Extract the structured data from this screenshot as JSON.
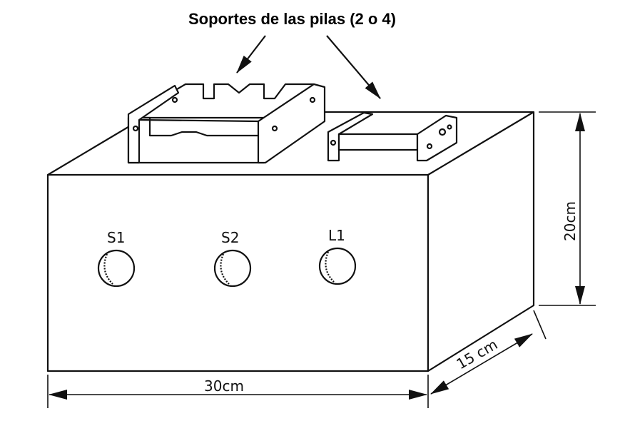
{
  "title": "Soportes de las pilas (2 o 4)",
  "holes": [
    {
      "label": "S1"
    },
    {
      "label": "S2"
    },
    {
      "label": "L1"
    }
  ],
  "dimensions": {
    "width": "30cm",
    "depth": "15 cm",
    "height": "20cm"
  },
  "colors": {
    "line": "#111111",
    "background": "#ffffff"
  }
}
